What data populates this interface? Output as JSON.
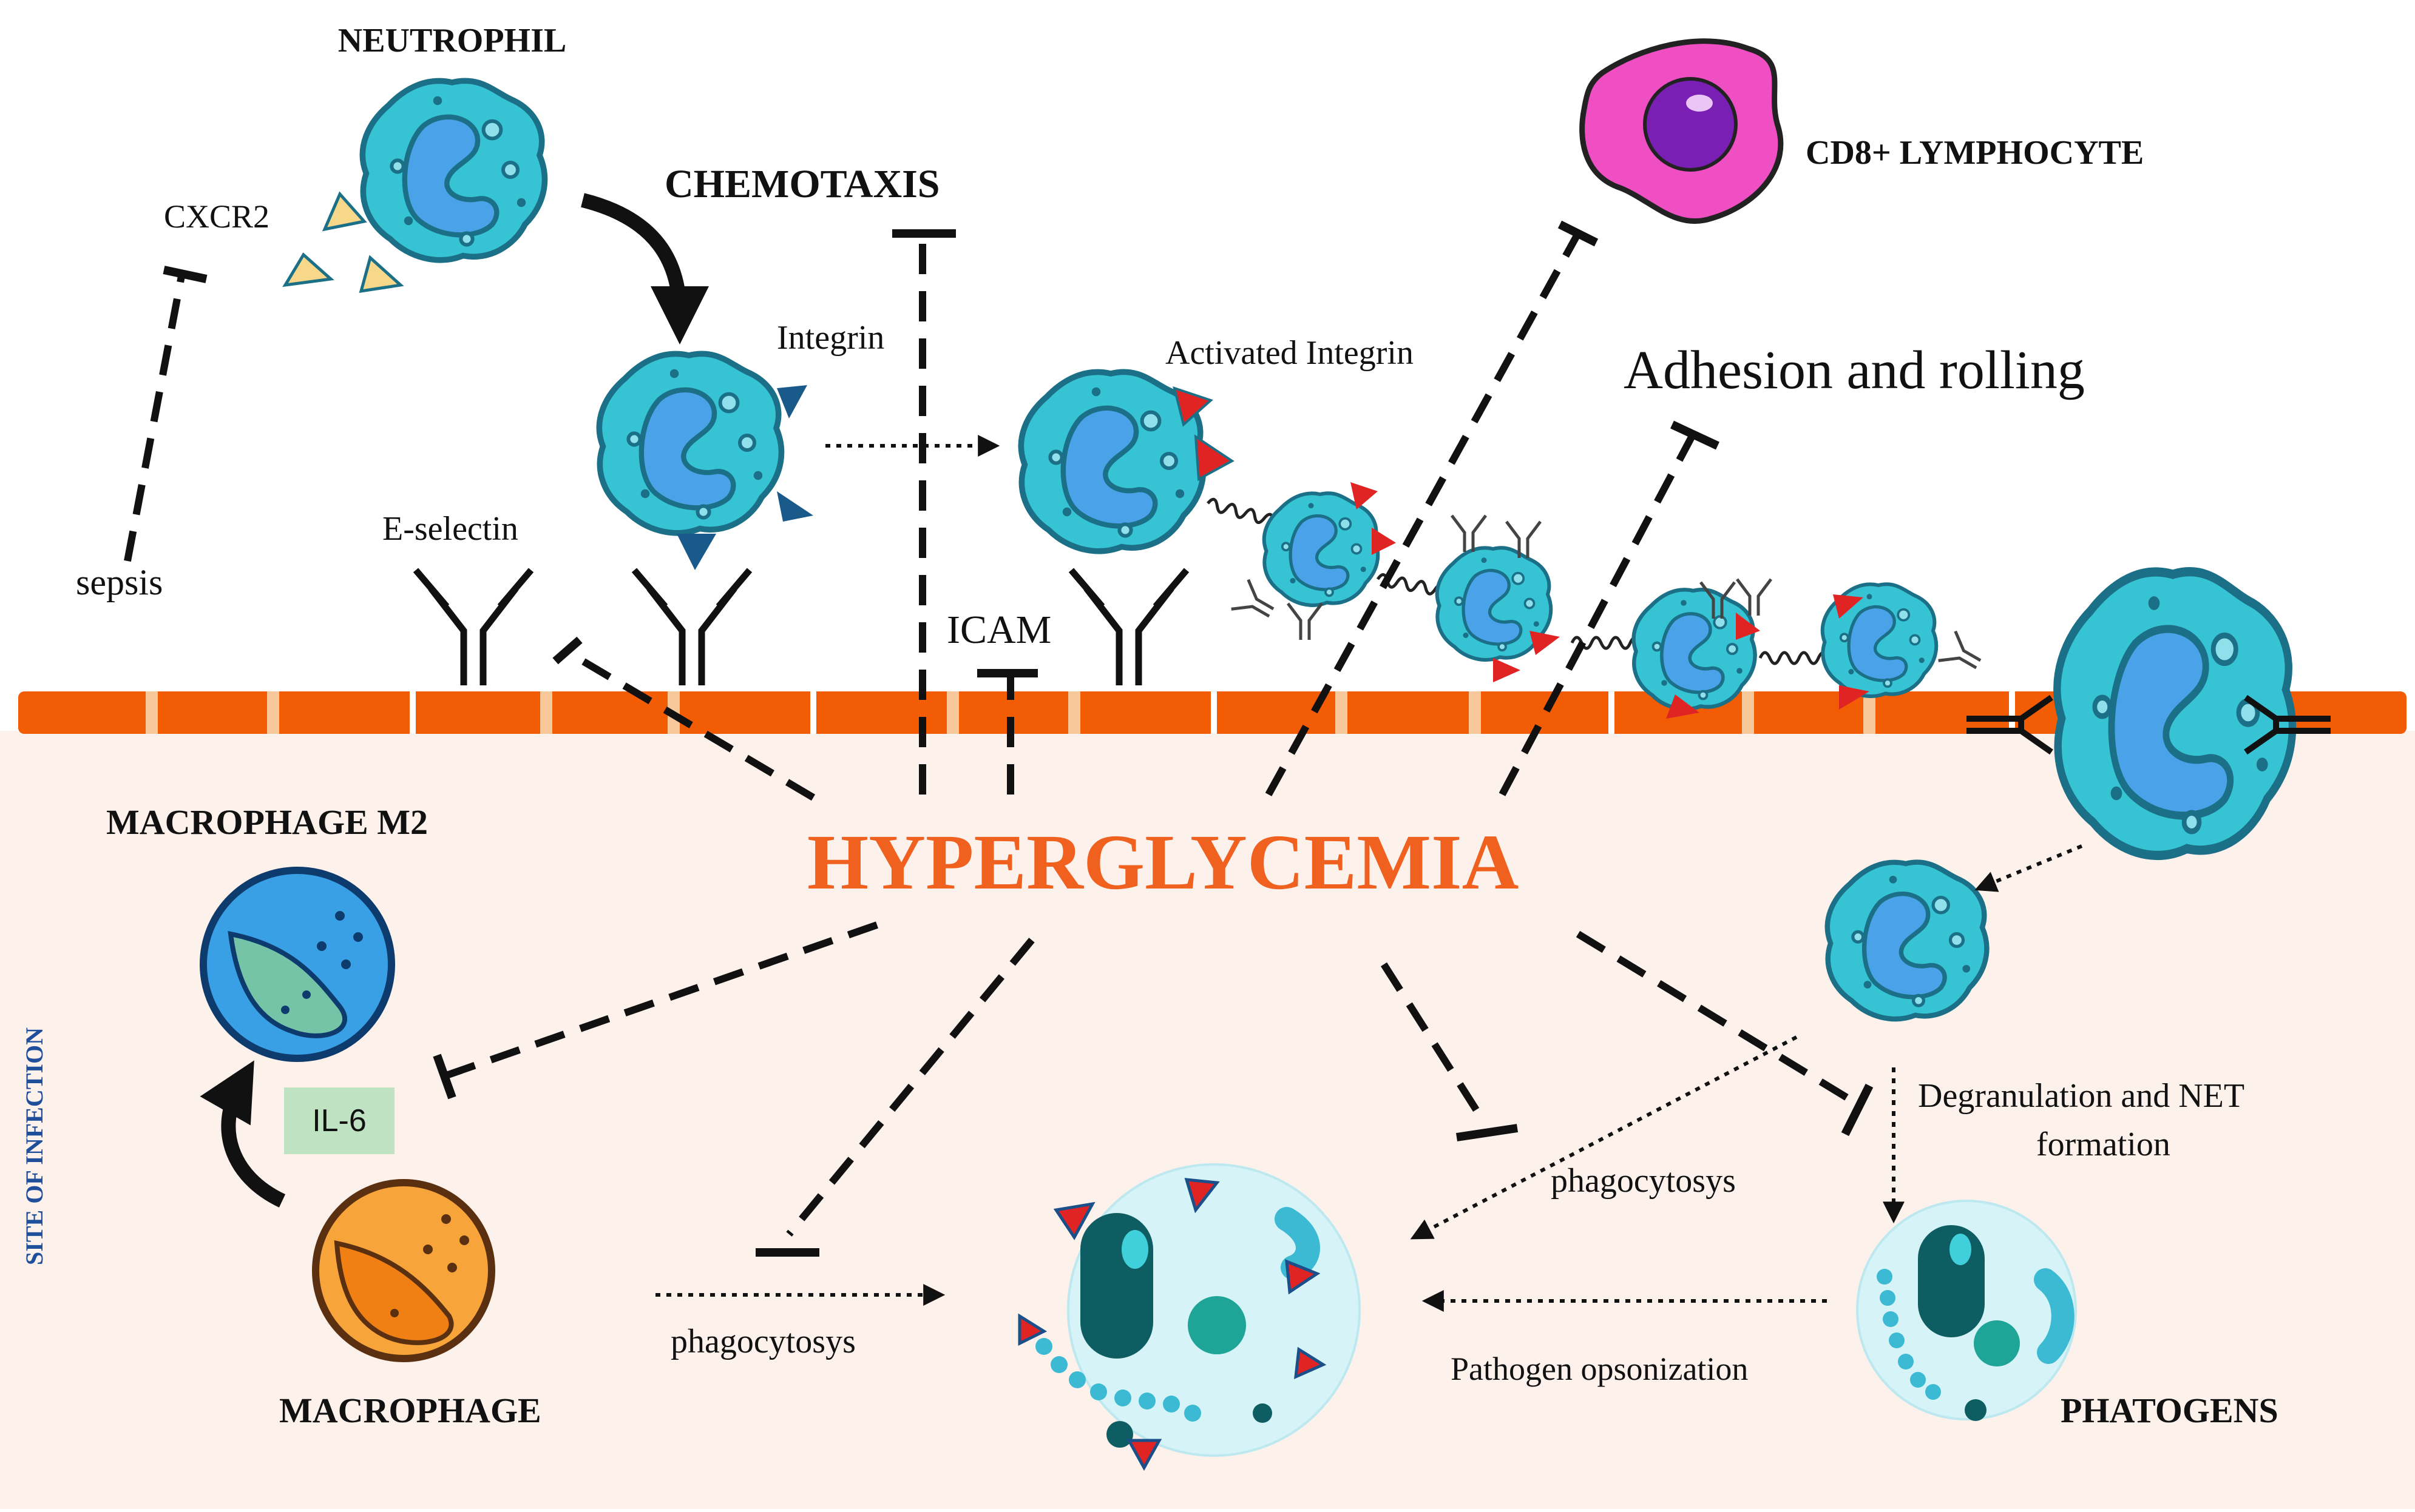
{
  "labels": {
    "neutrophil": "NEUTROPHIL",
    "cxcr2": "CXCR2",
    "sepsis": "sepsis",
    "chemotaxis": "CHEMOTAXIS",
    "integrin": "Integrin",
    "activated_integrin": "Activated Integrin",
    "cd8": "CD8+ LYMPHOCYTE",
    "adhesion": "Adhesion and rolling",
    "e_selectin": "E-selectin",
    "icam": "ICAM",
    "hyperglycemia": "HYPERGLYCEMIA",
    "macrophage_m2": "MACROPHAGE M2",
    "il6": "IL-6",
    "macrophage": "MACROPHAGE",
    "phago_left": "phagocytosys",
    "phago_right": "phagocytosys",
    "degranulation_line1": "Degranulation and NET",
    "degranulation_line2": "formation",
    "pathogen_opsonization": "Pathogen opsonization",
    "pathogens": "PHATOGENS",
    "site_of_infection": "SITE OF INFECTION"
  },
  "colors": {
    "endothelium": "#f25c05",
    "tissue_bg": "#fdf1ec",
    "hyperglycemia": "#f0601e",
    "neutrophil": "#36c3d3",
    "nucleus": "#4aa3e8",
    "cd8": "#f04fc4",
    "cd8_nucleus": "#7a1fb3",
    "m2": "#3aa0e6",
    "macrophage": "#f7a43a",
    "il6_box": "#bfe3c2",
    "pathogen_dark": "#0d5d62",
    "red_triangle": "#e02424",
    "cxcr2_triangle": "#f7d88a",
    "site_text": "#1f4e9a"
  }
}
